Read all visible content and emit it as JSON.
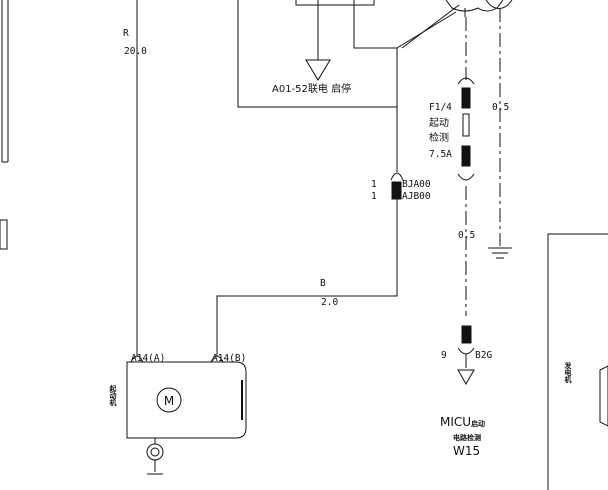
{
  "diagram": {
    "wire_r": {
      "color_code": "R",
      "gauge": "20.0"
    },
    "wire_b": {
      "color_code": "B",
      "gauge": "2.0"
    },
    "relay_ref": "A01-52联电 启停",
    "fuse": {
      "id": "F1/4",
      "name_line1": "起动",
      "name_line2": "检测",
      "rating": "7.5A"
    },
    "wire_right_gauge": "0.5",
    "wire_lower_gauge": "0.5",
    "connector_1": {
      "pin_a": "1",
      "name_a": "BJA00",
      "pin_b": "1",
      "name_b": "AJB00"
    },
    "connector_2": {
      "pin": "9",
      "name": "B2G"
    },
    "starter": {
      "pin_a": "A14(A)",
      "pin_b": "A14(B)",
      "title": "起动机",
      "motor_symbol": "M"
    },
    "micu": {
      "line1": "MICU",
      "line1_suffix": "启动",
      "line2": "电路检测",
      "line3": "W15"
    },
    "generator": {
      "title": "发电机"
    }
  }
}
